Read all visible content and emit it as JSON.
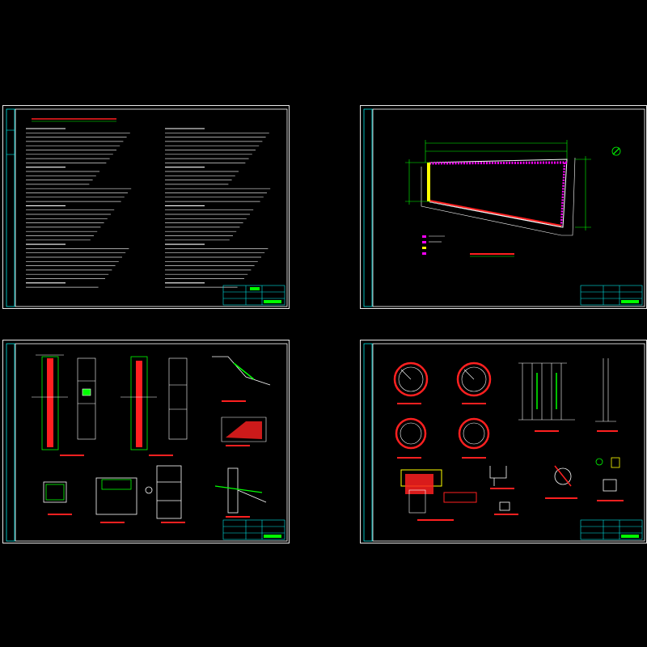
{
  "drawing_set": {
    "sheets": [
      {
        "id": "sheet-1",
        "kind": "design-notes",
        "title_text": "",
        "has_title_block": true
      },
      {
        "id": "sheet-2",
        "kind": "plan",
        "title_text": "",
        "has_title_block": true
      },
      {
        "id": "sheet-3",
        "kind": "pile-sections",
        "title_text": "",
        "has_title_block": true
      },
      {
        "id": "sheet-4",
        "kind": "pile-details",
        "title_text": "",
        "has_title_block": true
      }
    ]
  },
  "colors": {
    "background": "#000000",
    "frame": "#e8e8e8",
    "line": "#ffffff",
    "cyan": "#00e5e5",
    "green": "#00ff00",
    "red": "#ff2020",
    "magenta": "#ff00ff",
    "yellow": "#ffff00"
  }
}
